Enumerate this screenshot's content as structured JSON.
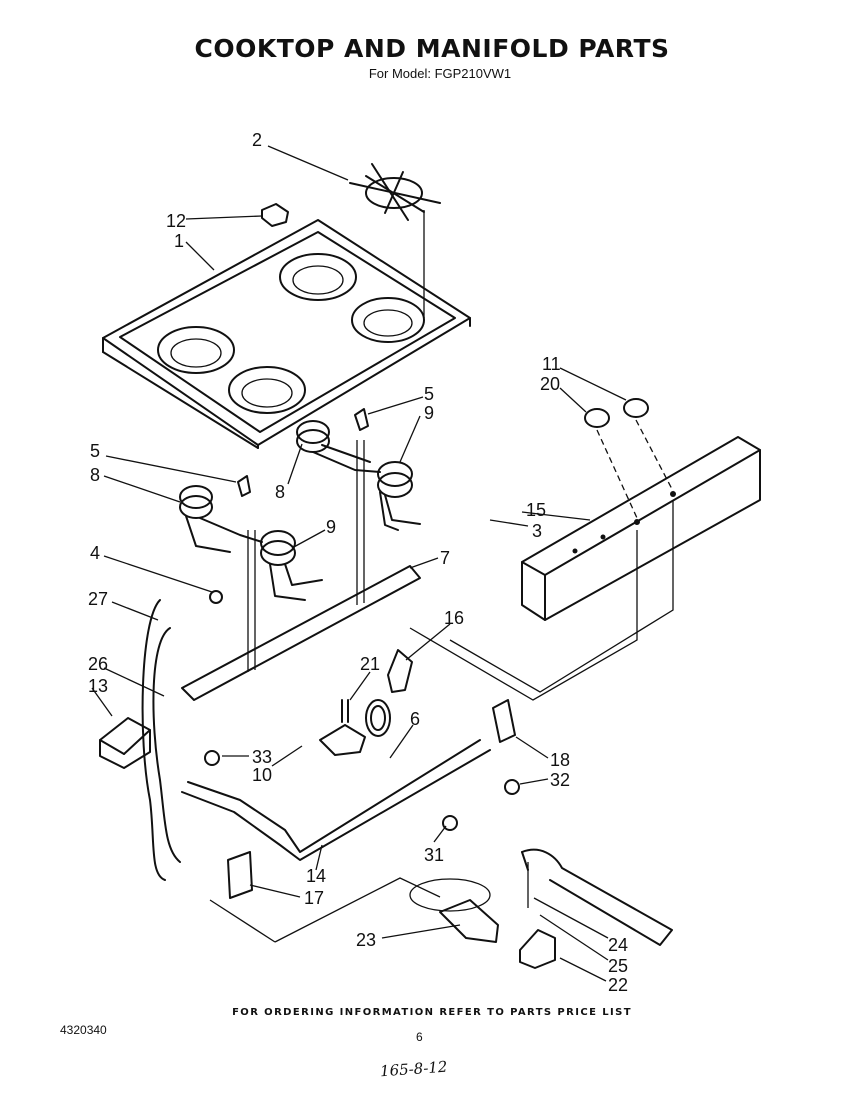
{
  "header": {
    "title": "COOKTOP AND MANIFOLD PARTS",
    "subtitle": "For Model: FGP210VW1"
  },
  "callouts": [
    "2",
    "12",
    "1",
    "11",
    "20",
    "5",
    "9",
    "5",
    "8",
    "8",
    "9",
    "15",
    "3",
    "4",
    "7",
    "27",
    "16",
    "26",
    "21",
    "13",
    "6",
    "33",
    "10",
    "18",
    "32",
    "31",
    "14",
    "17",
    "23",
    "24",
    "25",
    "22"
  ],
  "footer": {
    "note": "FOR ORDERING INFORMATION REFER TO PARTS PRICE LIST",
    "doc_number": "4320340",
    "page_number": "6",
    "handwritten": "165-8-12"
  }
}
